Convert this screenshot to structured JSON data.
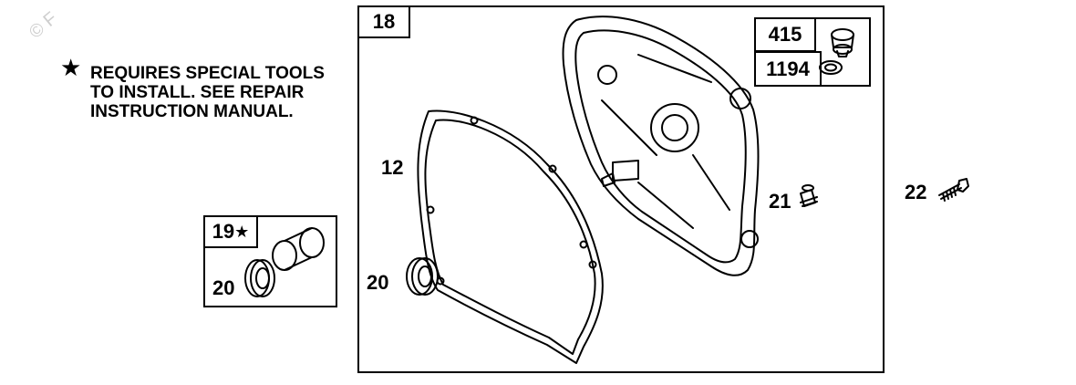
{
  "watermark": "© F",
  "note": {
    "star": "★",
    "lines": [
      "REQUIRES SPECIAL TOOLS",
      "TO INSTALL.  SEE REPAIR",
      "INSTRUCTION MANUAL."
    ]
  },
  "main_box": {
    "label": "18"
  },
  "inset_box_top": {
    "label_a": "415",
    "label_b": "1194"
  },
  "inset_box_left": {
    "label": "19",
    "star": "★",
    "part_label": "20"
  },
  "callouts": {
    "gasket": "12",
    "seal": "20",
    "plug": "21",
    "bolt": "22"
  }
}
